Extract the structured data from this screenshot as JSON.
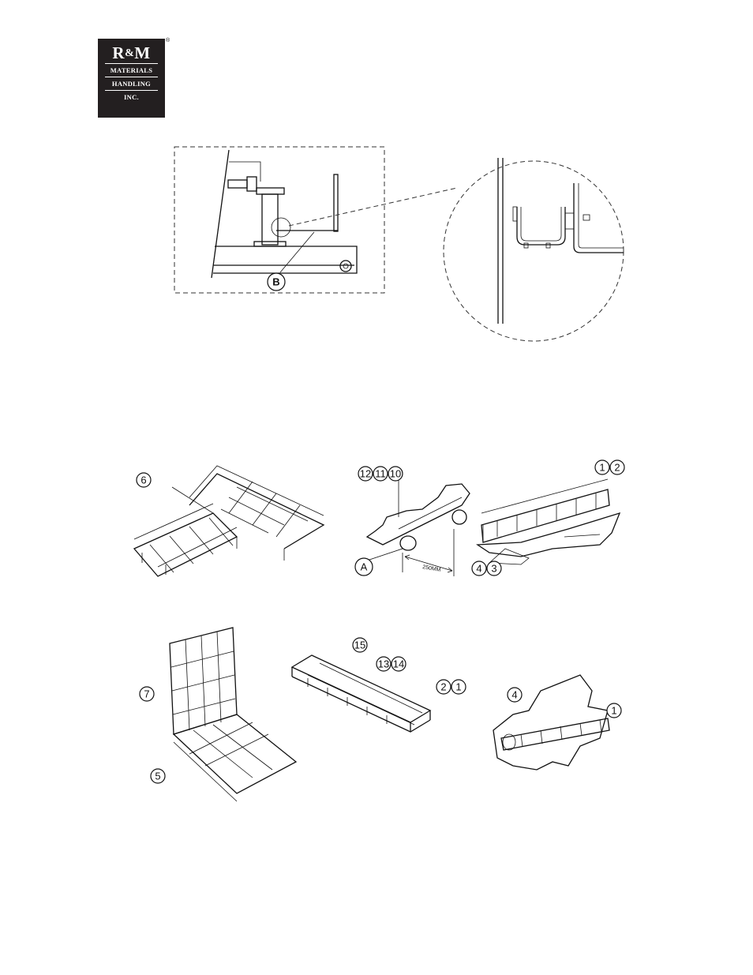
{
  "logo": {
    "main_left": "R",
    "main_amp": "&",
    "main_right": "M",
    "line1": "MATERIALS",
    "line2": "HANDLING",
    "line3": "INC.",
    "registered": "®"
  },
  "detail_b": {
    "label": "B"
  },
  "fig_corner": {
    "callouts": [
      "6"
    ]
  },
  "fig_hanger": {
    "callouts": [
      "12",
      "11",
      "10"
    ],
    "marker": "A",
    "dimension": "250MM"
  },
  "fig_tray_end": {
    "callouts_top": [
      "1",
      "2"
    ],
    "callouts_bottom": [
      "4",
      "3"
    ]
  },
  "fig_vertical": {
    "callouts": [
      "7",
      "5"
    ]
  },
  "fig_cover": {
    "callouts": [
      "15",
      "13",
      "14",
      "2",
      "1"
    ]
  },
  "fig_mount": {
    "callouts": [
      "4",
      "1"
    ]
  }
}
